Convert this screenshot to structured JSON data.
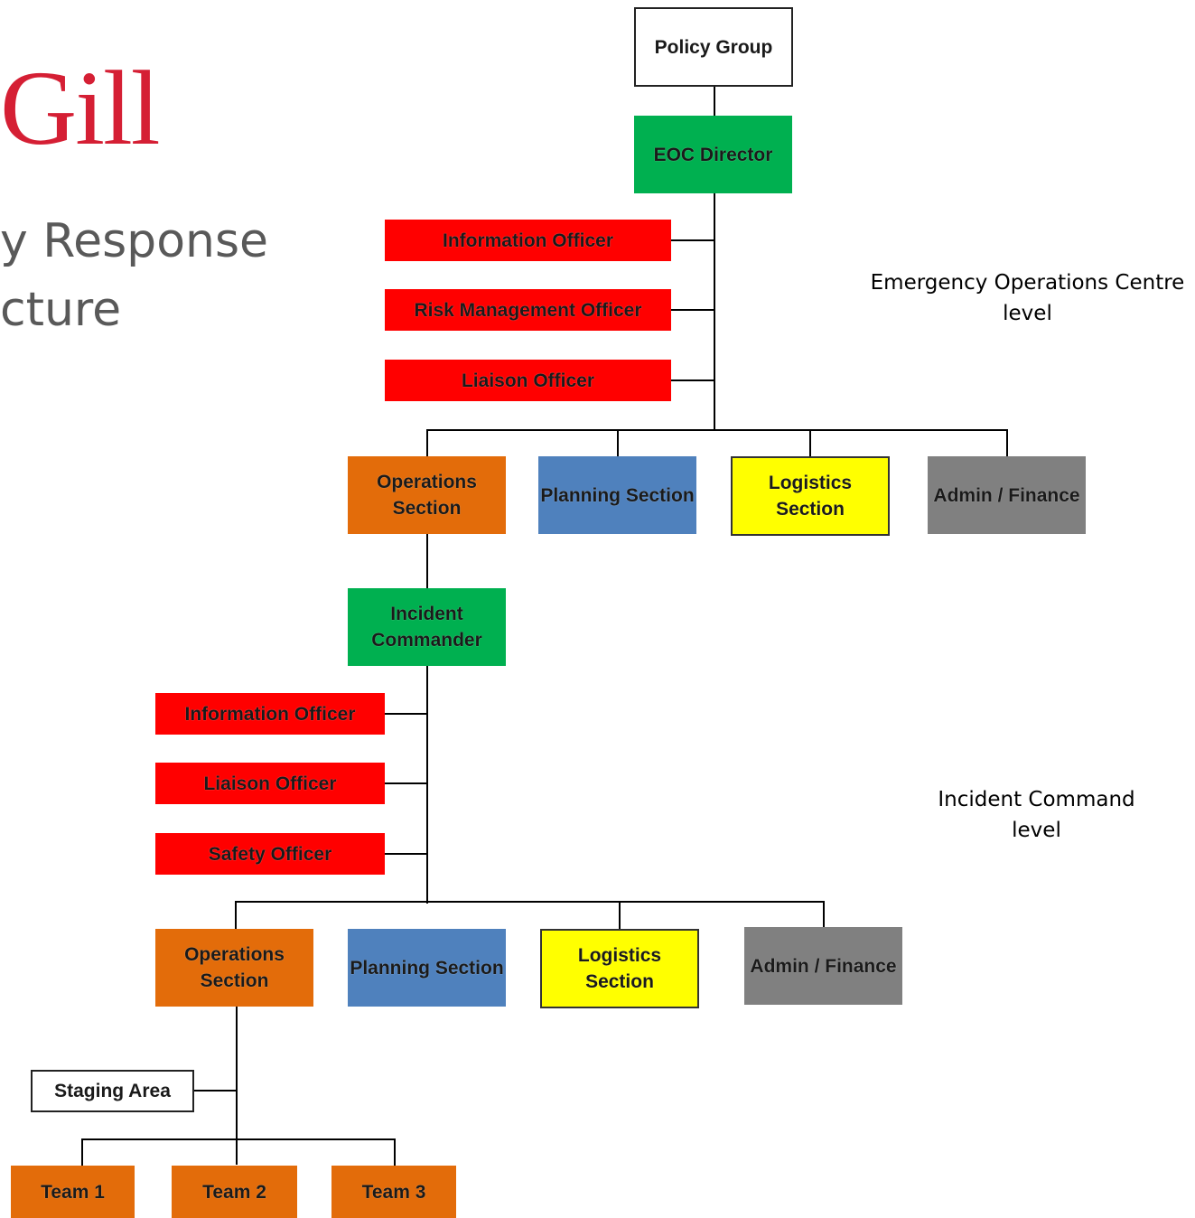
{
  "slide": {
    "logo_text": "Gill",
    "title_line1": "y Response",
    "title_line2": "cture",
    "level_eoc": "Emergency Operations Centre level",
    "level_ic": "Incident Command level"
  },
  "colors": {
    "logo_red": "#d51f34",
    "command_green": "#00b050",
    "staff_red": "#ff0000",
    "operations_orange": "#e36c0a",
    "planning_blue": "#4f81bd",
    "logistics_yellow": "#ffff00",
    "finance_gray": "#808080"
  },
  "eoc": {
    "policy_group": "Policy Group",
    "director": "EOC Director",
    "staff": [
      "Information Officer",
      "Risk Management Officer",
      "Liaison Officer"
    ],
    "sections": [
      "Operations Section",
      "Planning Section",
      "Logistics Section",
      "Admin / Finance"
    ]
  },
  "incident": {
    "commander": "Incident Commander",
    "staff": [
      "Information Officer",
      "Liaison Officer",
      "Safety Officer"
    ],
    "sections": [
      "Operations Section",
      "Planning Section",
      "Logistics Section",
      "Admin / Finance"
    ],
    "staging_area": "Staging Area",
    "teams": [
      "Team 1",
      "Team 2",
      "Team 3"
    ]
  }
}
